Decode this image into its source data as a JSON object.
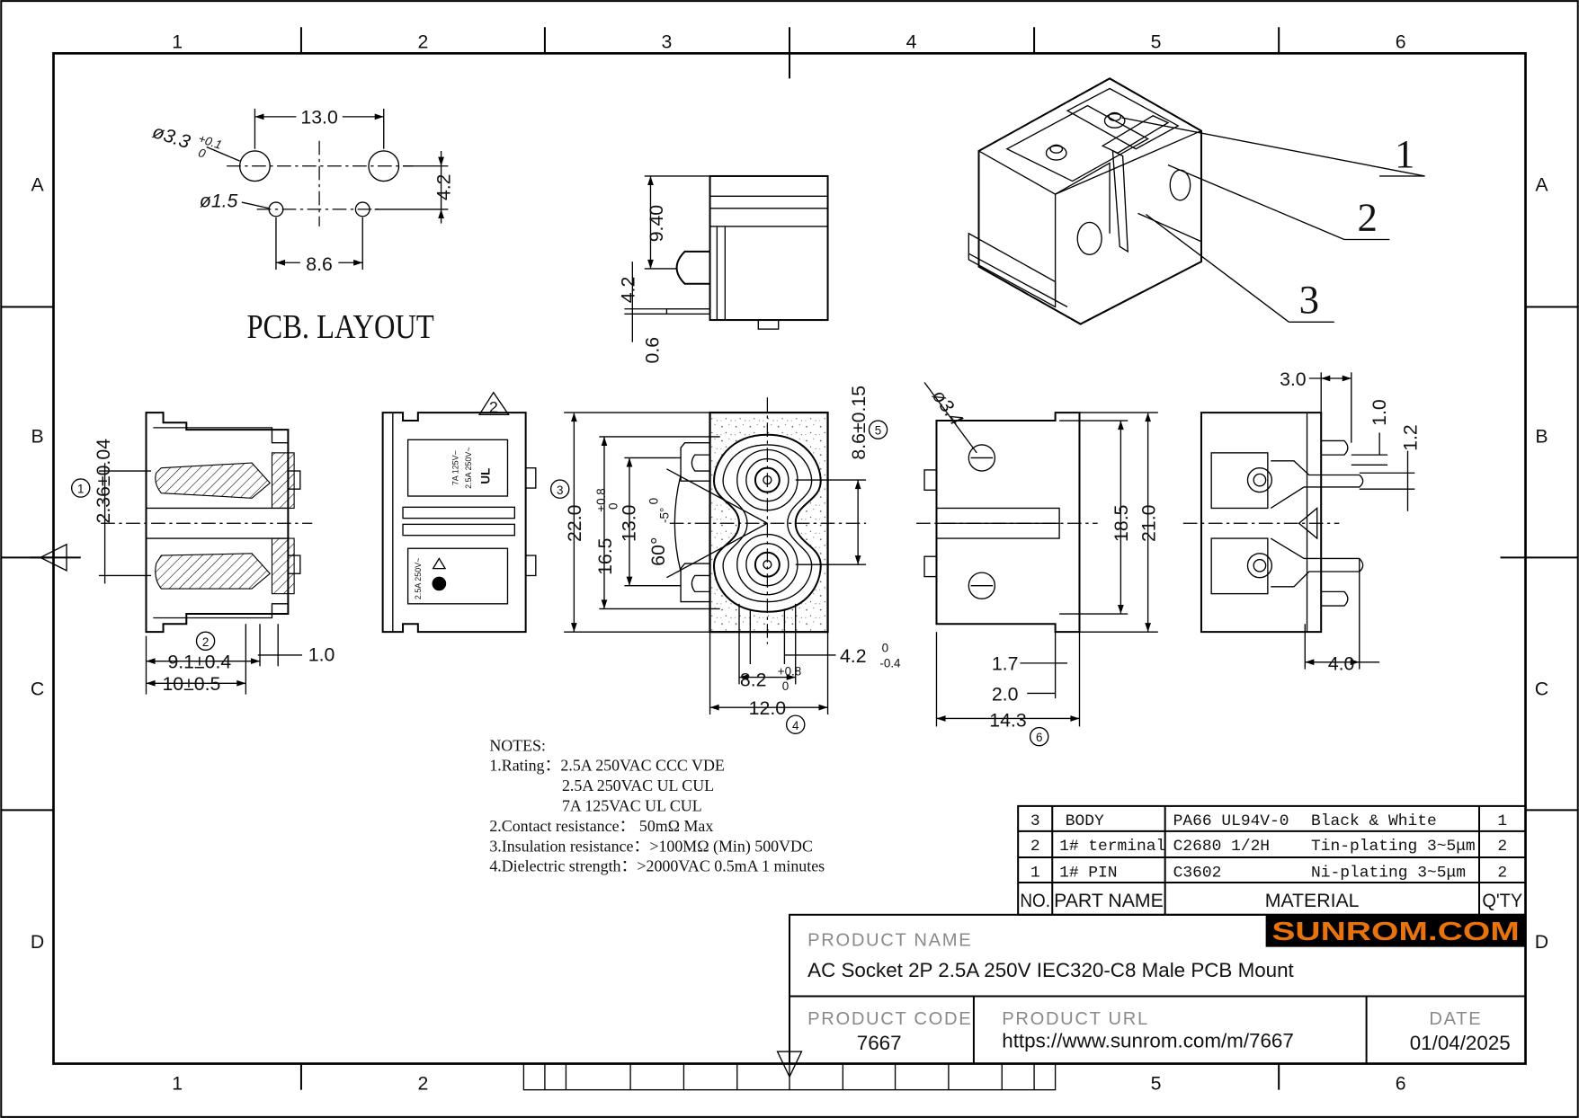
{
  "border": {
    "columns": [
      "1",
      "2",
      "3",
      "4",
      "5",
      "6"
    ],
    "rows": [
      "A",
      "B",
      "C",
      "D"
    ]
  },
  "pcb_layout": {
    "title": "PCB. LAYOUT",
    "dim_13": "13.0",
    "dim_86": "8.6",
    "dim_42": "4.2",
    "hole_large": "ø3.3",
    "hole_large_tol_plus": "+0.1",
    "hole_large_tol_minus": "0",
    "hole_small": "ø1.5"
  },
  "side_view": {
    "dim_940": "9.40",
    "dim_42": "4.2",
    "dim_06": "0.6"
  },
  "iso_callouts": [
    "1",
    "2",
    "3"
  ],
  "section_view": {
    "dim_236": "2.36±0.04",
    "dim_91": "9.1±0.4",
    "dim_10": "10±0.5",
    "dim_10b": "1.0",
    "mark1": "1",
    "mark2": "2"
  },
  "label_view": {
    "rev": "2",
    "label_top_1": "7A 125V~",
    "label_top_2": "2.5A 250V~",
    "label_top_ul": "UL",
    "label_bottom_1": "2.5A 250V~"
  },
  "front_view": {
    "dim_220": "22.0",
    "dim_165": "16.5",
    "dim_165_tol_plus": "+0.8",
    "dim_165_tol_minus": "0",
    "dim_130": "13.0",
    "dim_angle": "60°",
    "dim_angle_tol_plus": "0",
    "dim_angle_tol_minus": "-5°",
    "dim_86": "8.6±0.15",
    "dim_82": "8.2",
    "dim_82_tol_plus": "+0.8",
    "dim_82_tol_minus": "0",
    "dim_42": "4.2",
    "dim_42_tol_plus": "0",
    "dim_42_tol_minus": "-0.4",
    "dim_120": "12.0",
    "mark3": "3",
    "mark4": "4",
    "mark5": "5"
  },
  "rear_view": {
    "dim_hole": "ø3.4",
    "dim_185": "18.5",
    "dim_210": "21.0",
    "dim_17": "1.7",
    "dim_20": "2.0",
    "dim_143": "14.3",
    "mark6": "6"
  },
  "right_view": {
    "dim_30": "3.0",
    "dim_10": "1.0",
    "dim_12": "1.2",
    "dim_40": "4.0"
  },
  "notes": {
    "title": "NOTES:",
    "lines": [
      "1.Rating：2.5A 250VAC   CCC VDE",
      "2.5A 250VAC   UL CUL",
      "7A 125VAC      UL CUL",
      "2.Contact resistance： 50mΩ Max",
      "3.Insulation resistance：>100MΩ (Min) 500VDC",
      "4.Dielectric strength：>2000VAC 0.5mA 1 minutes"
    ]
  },
  "bom": {
    "header": {
      "no": "NO.",
      "part": "PART NAME",
      "material": "MATERIAL",
      "qty": "Q'TY"
    },
    "rows": [
      {
        "no": "3",
        "part": "BODY",
        "mat1": "PA66  UL94V-0",
        "mat2": "Black & White",
        "qty": "1"
      },
      {
        "no": "2",
        "part": "1# terminal",
        "mat1": "C2680 1/2H",
        "mat2": "Tin-plating 3~5μm",
        "qty": "2"
      },
      {
        "no": "1",
        "part": "1# PIN",
        "mat1": "C3602",
        "mat2": "Ni-plating 3~5μm",
        "qty": "2"
      }
    ]
  },
  "title_block": {
    "product_name_label": "PRODUCT NAME",
    "product_name": "AC Socket 2P 2.5A 250V IEC320-C8 Male PCB Mount",
    "brand": "SUNROM.COM",
    "brand_color": "#e8730c",
    "code_label": "PRODUCT CODE",
    "code": "7667",
    "url_label": "PRODUCT URL",
    "url": "https://www.sunrom.com/m/7667",
    "date_label": "DATE",
    "date": "01/04/2025"
  }
}
